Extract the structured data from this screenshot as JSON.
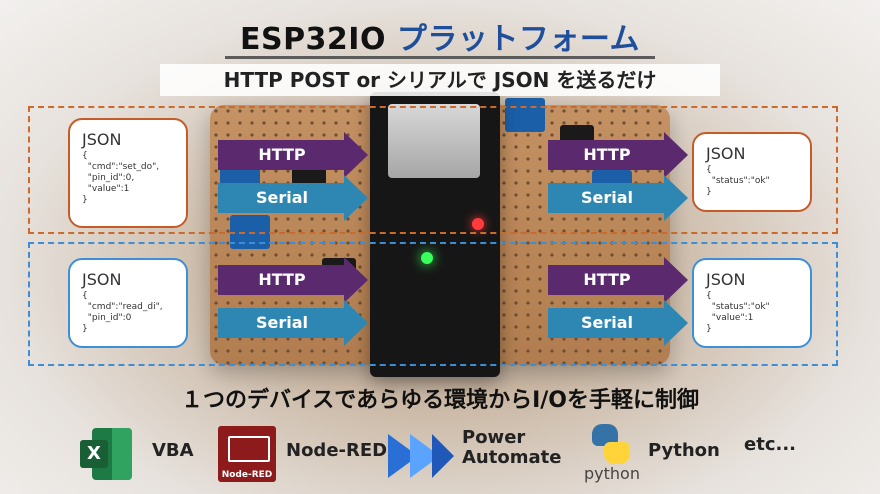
{
  "header": {
    "title_prefix": "ESP32IO",
    "title_suffix": "プラットフォーム",
    "subtitle": "HTTP POST or シリアルで JSON を送るだけ"
  },
  "flows": {
    "top": {
      "request": {
        "heading": "JSON",
        "lines": [
          "{",
          "  \"cmd\":\"set_do\",",
          "  \"pin_id\":0,",
          "  \"value\":1",
          "}"
        ]
      },
      "response": {
        "heading": "JSON",
        "lines": [
          "{",
          "  \"status\":\"ok\"",
          "}"
        ]
      },
      "http_label": "HTTP",
      "serial_label": "Serial"
    },
    "bottom": {
      "request": {
        "heading": "JSON",
        "lines": [
          "{",
          "  \"cmd\":\"read_di\",",
          "  \"pin_id\":0",
          "}"
        ]
      },
      "response": {
        "heading": "JSON",
        "lines": [
          "{",
          "  \"status\":\"ok\"",
          "  \"value\":1",
          "}"
        ]
      },
      "http_label": "HTTP",
      "serial_label": "Serial"
    }
  },
  "tagline": "１つのデバイスであらゆる環境からI/Oを手軽に制御",
  "platforms": {
    "vba": "VBA",
    "nodered_logo": "Node-RED",
    "nodered": "Node-RED",
    "power": "Power",
    "automate": "Automate",
    "python_logo": "python",
    "python": "Python",
    "etc": "etc..."
  },
  "colors": {
    "orange_border": "#cc6a2c",
    "blue_border": "#3c8ed6",
    "http_arrow": "#5b2a6e",
    "serial_arrow": "#2e87b3",
    "title_accent": "#1f4e9a"
  },
  "icons": {
    "excel": "excel-icon",
    "nodered": "node-red-icon",
    "power_automate": "power-automate-icon",
    "python": "python-icon"
  }
}
